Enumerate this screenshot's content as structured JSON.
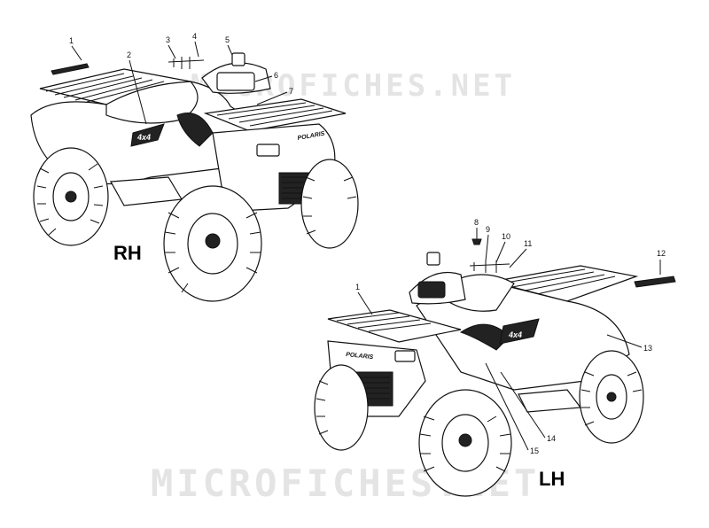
{
  "watermarks": {
    "top": "MICROFICHES.NET",
    "bottom": "MICROFICHES.NET"
  },
  "views": {
    "rh": {
      "label": "RH"
    },
    "lh": {
      "label": "LH"
    }
  },
  "callouts": {
    "c1": "1",
    "c2": "2",
    "c3": "3",
    "c4": "4",
    "c5": "5",
    "c6": "6",
    "c7": "7",
    "c1b": "1",
    "c8": "8",
    "c9": "9",
    "c10": "10",
    "c11": "11",
    "c12": "12",
    "c13": "13",
    "c14": "14",
    "c15": "15"
  },
  "decals": {
    "brand_front": "POLARIS",
    "brand_front_lh": "POLARIS",
    "model_badge": "4x4",
    "model_badge_lh": "4x4"
  }
}
